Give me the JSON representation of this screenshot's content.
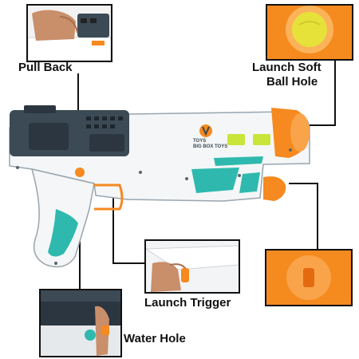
{
  "callouts": {
    "pull_back": "Pull Back",
    "launch_soft_ball_hole": [
      "Launch Soft",
      "Ball Hole"
    ],
    "launch_trigger": "Launch Trigger",
    "water_hole": "Water Hole"
  },
  "brand_logo": {
    "icon": "hand-v-logo-icon",
    "line1": "TOYS",
    "line2": "BIG BOX TOYS"
  },
  "colors": {
    "body_white": "#f4f6f7",
    "accent_orange": "#f6891f",
    "accent_teal": "#2fb9ae",
    "slide_dark": "#3b4a55",
    "level_green": "#c9e53a",
    "ball_yellow": "#e6e23a"
  }
}
